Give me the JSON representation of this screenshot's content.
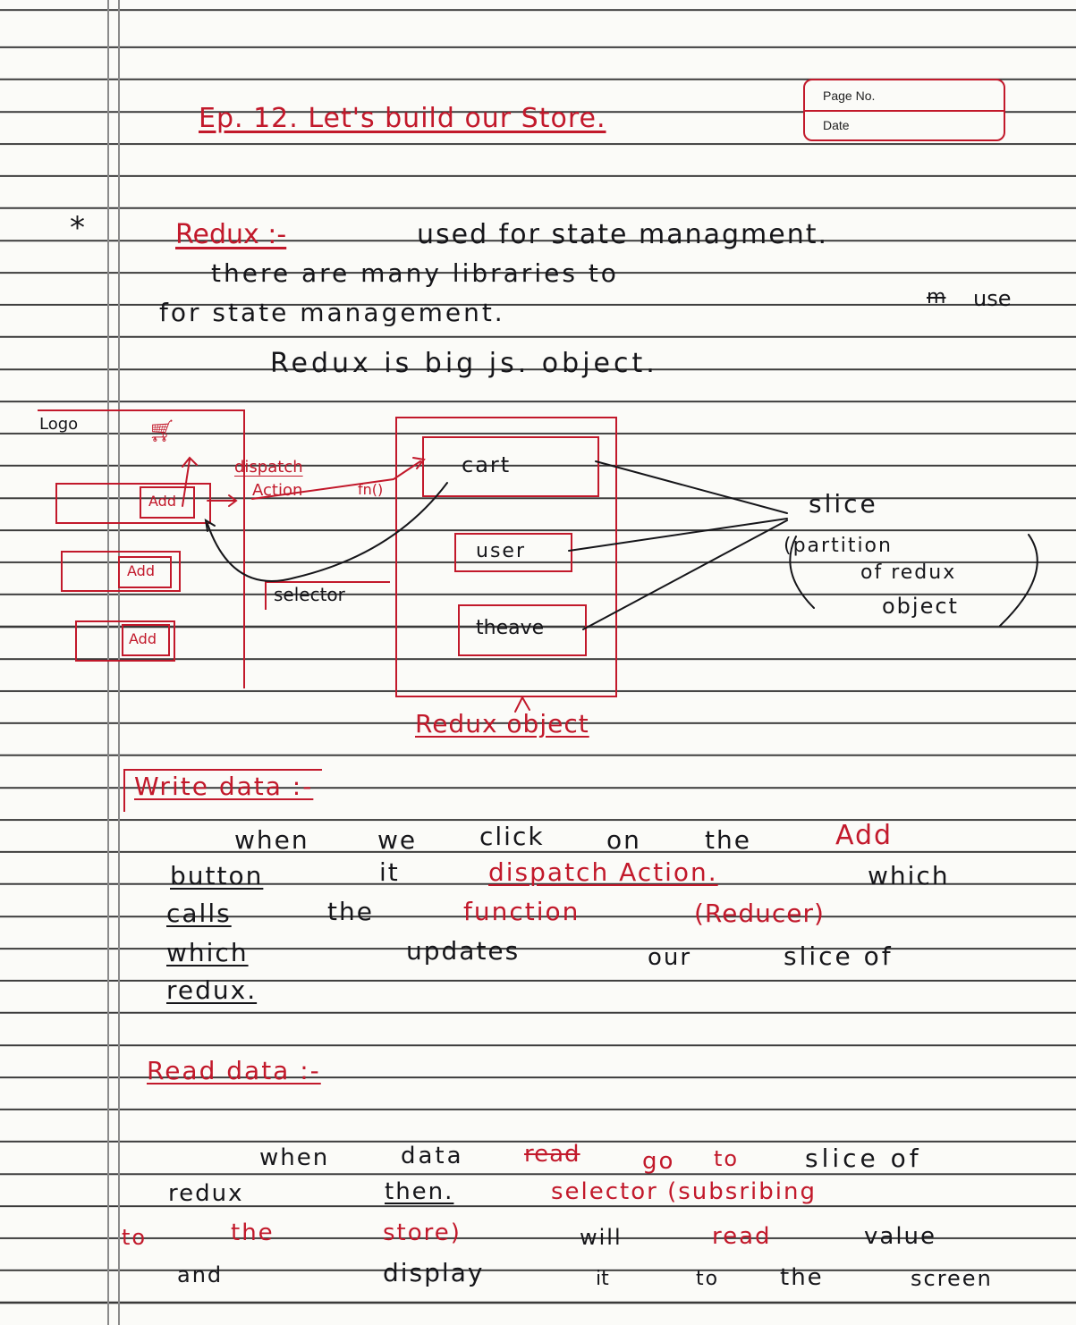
{
  "header": {
    "page_no_label": "Page No.",
    "date_label": "Date",
    "title": "Ep. 12. Let's build our Store."
  },
  "intro": {
    "bullet": "*",
    "redux_heading": "Redux :-",
    "line1_rest": "used for state managment.",
    "line2": "there are many libraries to",
    "line2_struck": "m",
    "line2_end": "use",
    "line3": "for state management.",
    "line4": "Redux is big js. object."
  },
  "diagram": {
    "logo_label": "Logo",
    "cart_icon": "cart-icon",
    "add_labels": [
      "Add",
      "Add",
      "Add"
    ],
    "dispatch_label": "dispatch",
    "action_label": "Action",
    "fn_label": "fn()",
    "selector_label": "selector",
    "slices": [
      "cart",
      "user",
      "theave"
    ],
    "redux_object_label": "Redux object",
    "slice_label": "slice",
    "slice_note_1": "(partition",
    "slice_note_2": "of redux",
    "slice_note_3": "object"
  },
  "write_section": {
    "heading": "Write data :-",
    "l1_a": "when",
    "l1_b": "we",
    "l1_c": "click",
    "l1_d": "on",
    "l1_e": "the",
    "l1_f": "Add",
    "l2_a": "button",
    "l2_b": "it",
    "l2_c": "dispatch Action.",
    "l2_d": "which",
    "l3_a": "calls",
    "l3_b": "the",
    "l3_c": "function",
    "l3_d": "(Reducer)",
    "l4_a": "which",
    "l4_b": "updates",
    "l4_c": "our",
    "l4_d": "slice of",
    "l5_a": "redux."
  },
  "read_section": {
    "heading": "Read data :-",
    "l1_a": "when",
    "l1_b": "data",
    "l1_struck": "read",
    "l1_c": "go",
    "l1_d": "to",
    "l1_e": "slice of",
    "l2_a": "redux",
    "l2_b": "then.",
    "l2_c": "selector (subsribing",
    "l3_a": "to",
    "l3_b": "the",
    "l3_c": "store)",
    "l3_d": "will",
    "l3_e": "read",
    "l3_f": "value",
    "l4_a": "and",
    "l4_b": "display",
    "l4_c": "it",
    "l4_d": "to",
    "l4_e": "the",
    "l4_f": "screen"
  }
}
